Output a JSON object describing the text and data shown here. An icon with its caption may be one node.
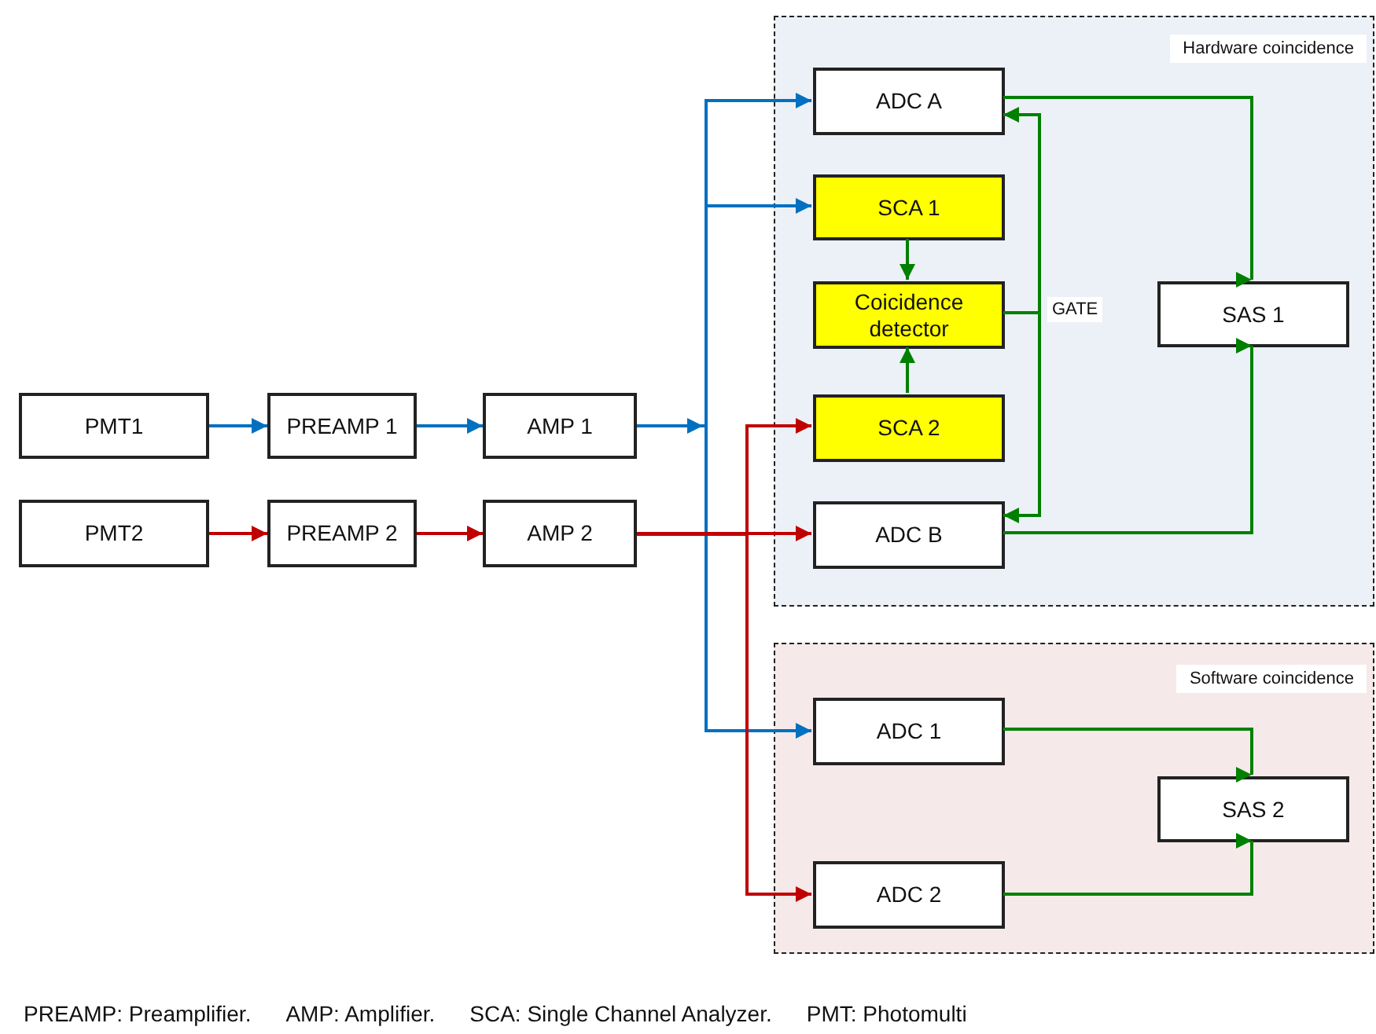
{
  "diagram": {
    "nodes": [
      {
        "text": [
          "Hardware coincidence"
        ]
      },
      {
        "text": [
          "ADC A"
        ],
        "in": 0
      },
      {
        "text": [
          "SCA 1"
        ],
        "in": 0
      },
      {
        "text": [
          "Coicidence detector"
        ],
        "in": 0
      },
      {
        "text": [
          "SAS 1"
        ],
        "in": 0
      },
      {
        "text": [
          "SCA 2"
        ],
        "in": 0
      },
      {
        "text": [
          "ADC B"
        ],
        "in": 0
      },
      {
        "text": [
          "PMT1"
        ]
      },
      {
        "text": [
          "PREAMP 1"
        ]
      },
      {
        "text": [
          "AMP 1"
        ]
      },
      {
        "text": [
          "PMT2"
        ]
      },
      {
        "text": [
          "PREAMP 2"
        ]
      },
      {
        "text": [
          "AMP 2"
        ]
      },
      {
        "text": [
          "Software coincidence"
        ]
      },
      {
        "text": [
          "ADC 1"
        ],
        "in": 13
      },
      {
        "text": [
          "SAS 2"
        ],
        "in": 13
      },
      {
        "text": [
          "ADC 2"
        ],
        "in": 13
      }
    ],
    "edges": [
      {
        "from": 7,
        "to": 8,
        "arrow": "to",
        "color": "#0070c0"
      },
      {
        "from": 8,
        "to": 9,
        "arrow": "to",
        "color": "#0070c0"
      },
      {
        "from": 9,
        "to": 1,
        "arrow": "to",
        "color": "#0070c0"
      },
      {
        "from": 9,
        "to": 2,
        "arrow": "to",
        "color": "#0070c0"
      },
      {
        "from": 9,
        "to": 14,
        "arrow": "to",
        "color": "#0070c0"
      },
      {
        "from": 10,
        "to": 11,
        "arrow": "to",
        "color": "#c00000"
      },
      {
        "from": 11,
        "to": 12,
        "arrow": "to",
        "color": "#c00000"
      },
      {
        "from": 12,
        "to": 5,
        "arrow": "to",
        "color": "#c00000"
      },
      {
        "from": 12,
        "to": 6,
        "arrow": "to",
        "color": "#c00000"
      },
      {
        "from": 12,
        "to": 16,
        "arrow": "to",
        "color": "#c00000"
      },
      {
        "from": 2,
        "to": 3,
        "arrow": "to"
      },
      {
        "from": 5,
        "to": 3,
        "arrow": "to"
      },
      {
        "from": 3,
        "to": 1,
        "arrow": "to",
        "label": "GATE"
      },
      {
        "from": 3,
        "to": 6,
        "arrow": "to"
      },
      {
        "from": 1,
        "to": 4,
        "arrow": "to"
      },
      {
        "from": 6,
        "to": 4,
        "arrow": "to"
      },
      {
        "from": 14,
        "to": 15,
        "arrow": "to"
      },
      {
        "from": 16,
        "to": 15,
        "arrow": "to"
      }
    ],
    "labels": [
      "PREAMP: Preamplifier.",
      "AMP: Amplifier.",
      "SCA: Single Channel Analyzer.",
      "PMT: Photomulti"
    ]
  }
}
